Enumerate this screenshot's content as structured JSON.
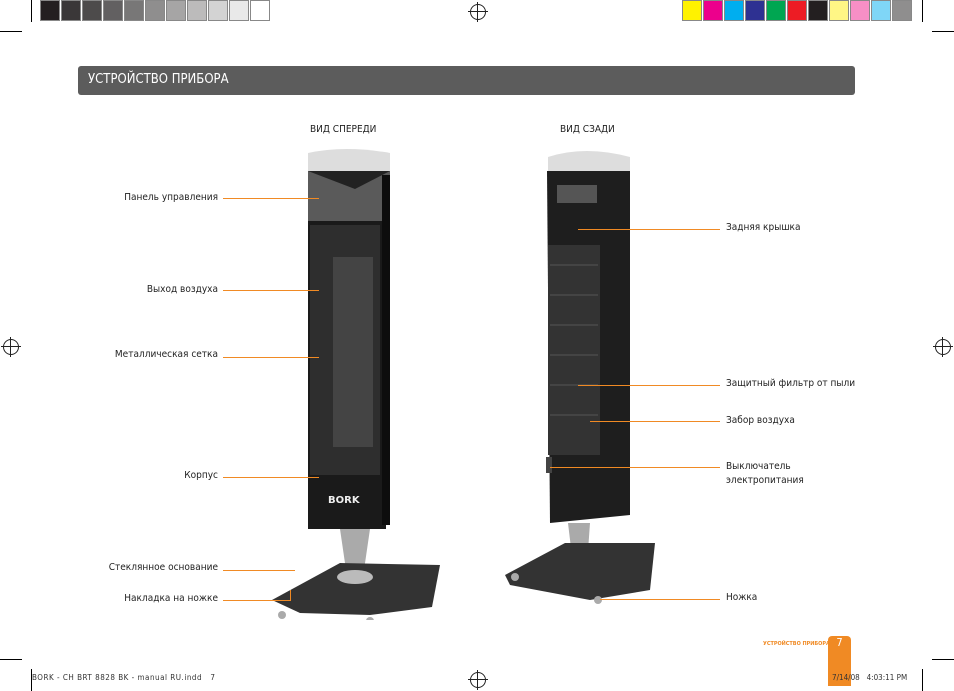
{
  "header": {
    "title": "УСТРОЙСТВО ПРИБОРА"
  },
  "front": {
    "title": "ВИД СПЕРЕДИ",
    "brand": "BORK",
    "labels": [
      "Панель управления",
      "Выход воздуха",
      "Металлическая сетка",
      "Корпус",
      "Стеклянное основание",
      "Накладка на ножке"
    ]
  },
  "rear": {
    "title": "ВИД СЗАДИ",
    "labels": [
      "Задняя крышка",
      "Защитный фильтр от пыли",
      "Забор воздуха",
      "Выключатель",
      "электропитания",
      "Ножка"
    ]
  },
  "footer": {
    "section": "УСТРОЙСТВО ПРИБОРА",
    "page": "7",
    "file": "BORK - CH BRT 8828 BK - manual RU.indd   7",
    "timestamp": "7/14/08   4:03:11 PM"
  },
  "colors": {
    "accent": "#f08a24",
    "header": "#5c5c5c",
    "gray_swatches": [
      "#231f20",
      "#3a3738",
      "#4d4b4b",
      "#626061",
      "#787777",
      "#8f8e8e",
      "#a6a5a5",
      "#bcbbbb",
      "#d3d3d3",
      "#e9e9e9",
      "#ffffff"
    ],
    "color_swatches": [
      "#fff200",
      "#ec008c",
      "#00aeef",
      "#2e3192",
      "#00a651",
      "#ed1c24",
      "#231f20",
      "#fff685",
      "#f78fc6",
      "#7fd6f7",
      "#8f8e8e"
    ]
  }
}
